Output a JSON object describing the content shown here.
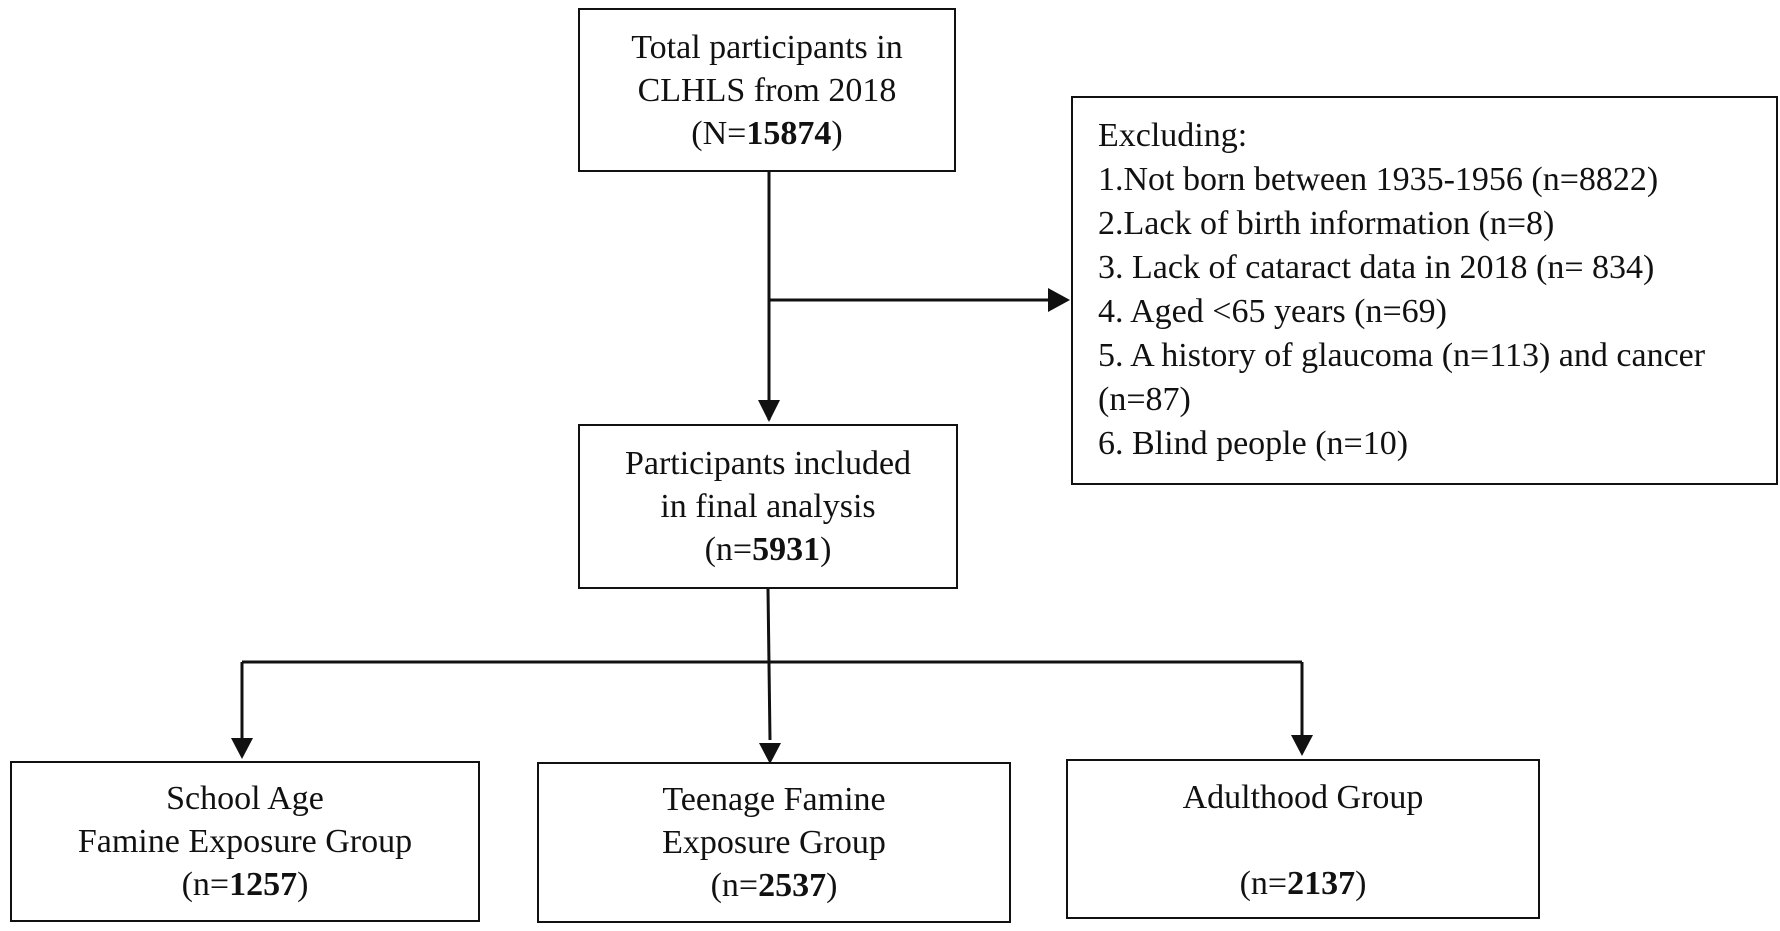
{
  "diagram": {
    "total": {
      "line1": "Total participants in",
      "line2": "CLHLS from 2018",
      "count_prefix": "(N=",
      "count": "15874",
      "count_suffix": ")"
    },
    "exclusion": {
      "title": "Excluding:",
      "items": [
        "1.Not born between 1935-1956 (n=8822)",
        "2.Lack of birth information (n=8)",
        "3. Lack of cataract data in 2018 (n= 834)",
        "4. Aged <65 years (n=69)",
        "5. A history of glaucoma (n=113) and cancer",
        "(n=87)",
        "6. Blind people (n=10)"
      ]
    },
    "included": {
      "line1": "Participants included",
      "line2": "in final analysis",
      "count_prefix": "(n=",
      "count": "5931",
      "count_suffix": ")"
    },
    "groups": [
      {
        "line1": "School Age",
        "line2": "Famine Exposure Group",
        "count_prefix": "(n=",
        "count": "1257",
        "count_suffix": ")"
      },
      {
        "line1": "Teenage Famine",
        "line2": "Exposure Group",
        "count_prefix": "(n=",
        "count": "2537",
        "count_suffix": ")"
      },
      {
        "line1": "Adulthood Group",
        "line2": "",
        "count_prefix": "(n=",
        "count": "2137",
        "count_suffix": ")"
      }
    ]
  }
}
